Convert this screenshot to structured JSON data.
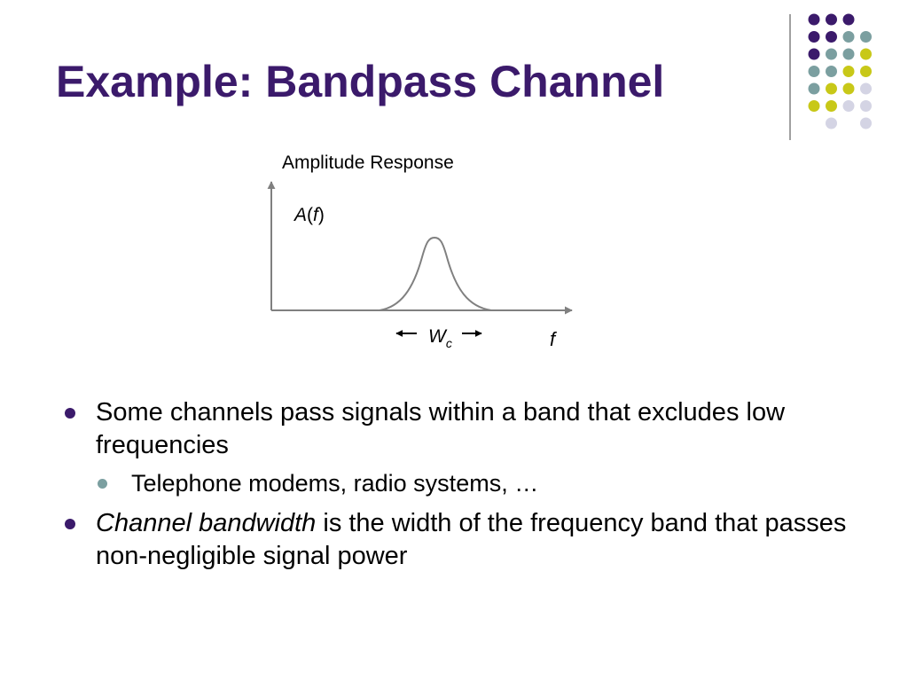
{
  "slide": {
    "title": "Example:  Bandpass Channel"
  },
  "diagram": {
    "caption": "Amplitude Response",
    "y_label_var": "A",
    "y_label_open": "(",
    "y_label_arg": "f",
    "y_label_close": ")",
    "x_label": "f",
    "bandwidth_symbol": "W",
    "bandwidth_subscript": "c"
  },
  "bullets": {
    "item1": "Some channels pass signals within a band that excludes low frequencies",
    "item1_sub1": "Telephone modems, radio systems, …",
    "item2_emphasis": "Channel bandwidth",
    "item2_rest": " is the width of the frequency band that passes non-negligible signal power"
  },
  "theme": {
    "title_color": "#3b1a6b",
    "dot_colors": [
      "#3b1a6b",
      "#7b9fa0",
      "#c8c818",
      "#d4d4e4"
    ]
  },
  "decor_dots": [
    [
      "#3b1a6b",
      "#3b1a6b",
      "#3b1a6b",
      null
    ],
    [
      "#3b1a6b",
      "#3b1a6b",
      "#7b9fa0",
      "#7b9fa0"
    ],
    [
      "#3b1a6b",
      "#7b9fa0",
      "#7b9fa0",
      "#c8c818"
    ],
    [
      "#7b9fa0",
      "#7b9fa0",
      "#c8c818",
      "#c8c818"
    ],
    [
      "#7b9fa0",
      "#c8c818",
      "#c8c818",
      "#d4d4e4"
    ],
    [
      "#c8c818",
      "#c8c818",
      "#d4d4e4",
      "#d4d4e4"
    ],
    [
      null,
      "#d4d4e4",
      null,
      "#d4d4e4"
    ]
  ]
}
